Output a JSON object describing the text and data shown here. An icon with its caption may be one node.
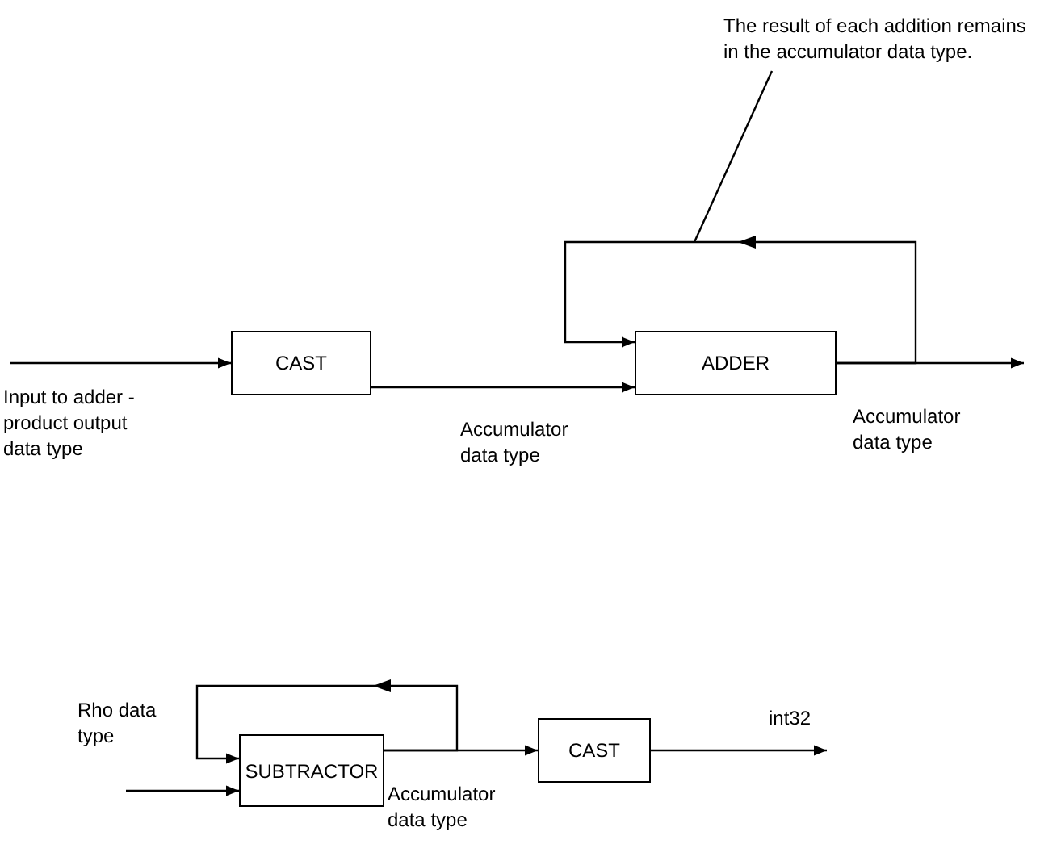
{
  "diagram": {
    "nodes": [
      {
        "text": [
          "The result of each addition remains in the accumulator data type."
        ]
      },
      {
        "text": [
          "CAST"
        ]
      },
      {
        "text": [
          "ADDER"
        ]
      },
      {
        "text": [
          "SUBTRACTOR"
        ]
      },
      {
        "text": [
          "CAST"
        ]
      }
    ],
    "edges": [
      {
        "from": null,
        "to": 1,
        "arrow": "to",
        "label": "Input to adder - product output data type"
      },
      {
        "from": 1,
        "to": 2,
        "arrow": "to",
        "label": "Accumulator data type"
      },
      {
        "from": 2,
        "to": null,
        "arrow": "to",
        "label": "Accumulator data type"
      },
      {
        "from": 2,
        "to": 2,
        "arrow": "to"
      },
      {
        "from": 0,
        "to": null,
        "arrow": "none"
      },
      {
        "from": null,
        "to": 3,
        "arrow": "to",
        "label": "Rho data type"
      },
      {
        "from": 3,
        "to": 3,
        "arrow": "to"
      },
      {
        "from": 3,
        "to": 4,
        "arrow": "to",
        "label": "Accumulator data type"
      },
      {
        "from": 4,
        "to": null,
        "arrow": "to",
        "label": "int32"
      }
    ]
  }
}
